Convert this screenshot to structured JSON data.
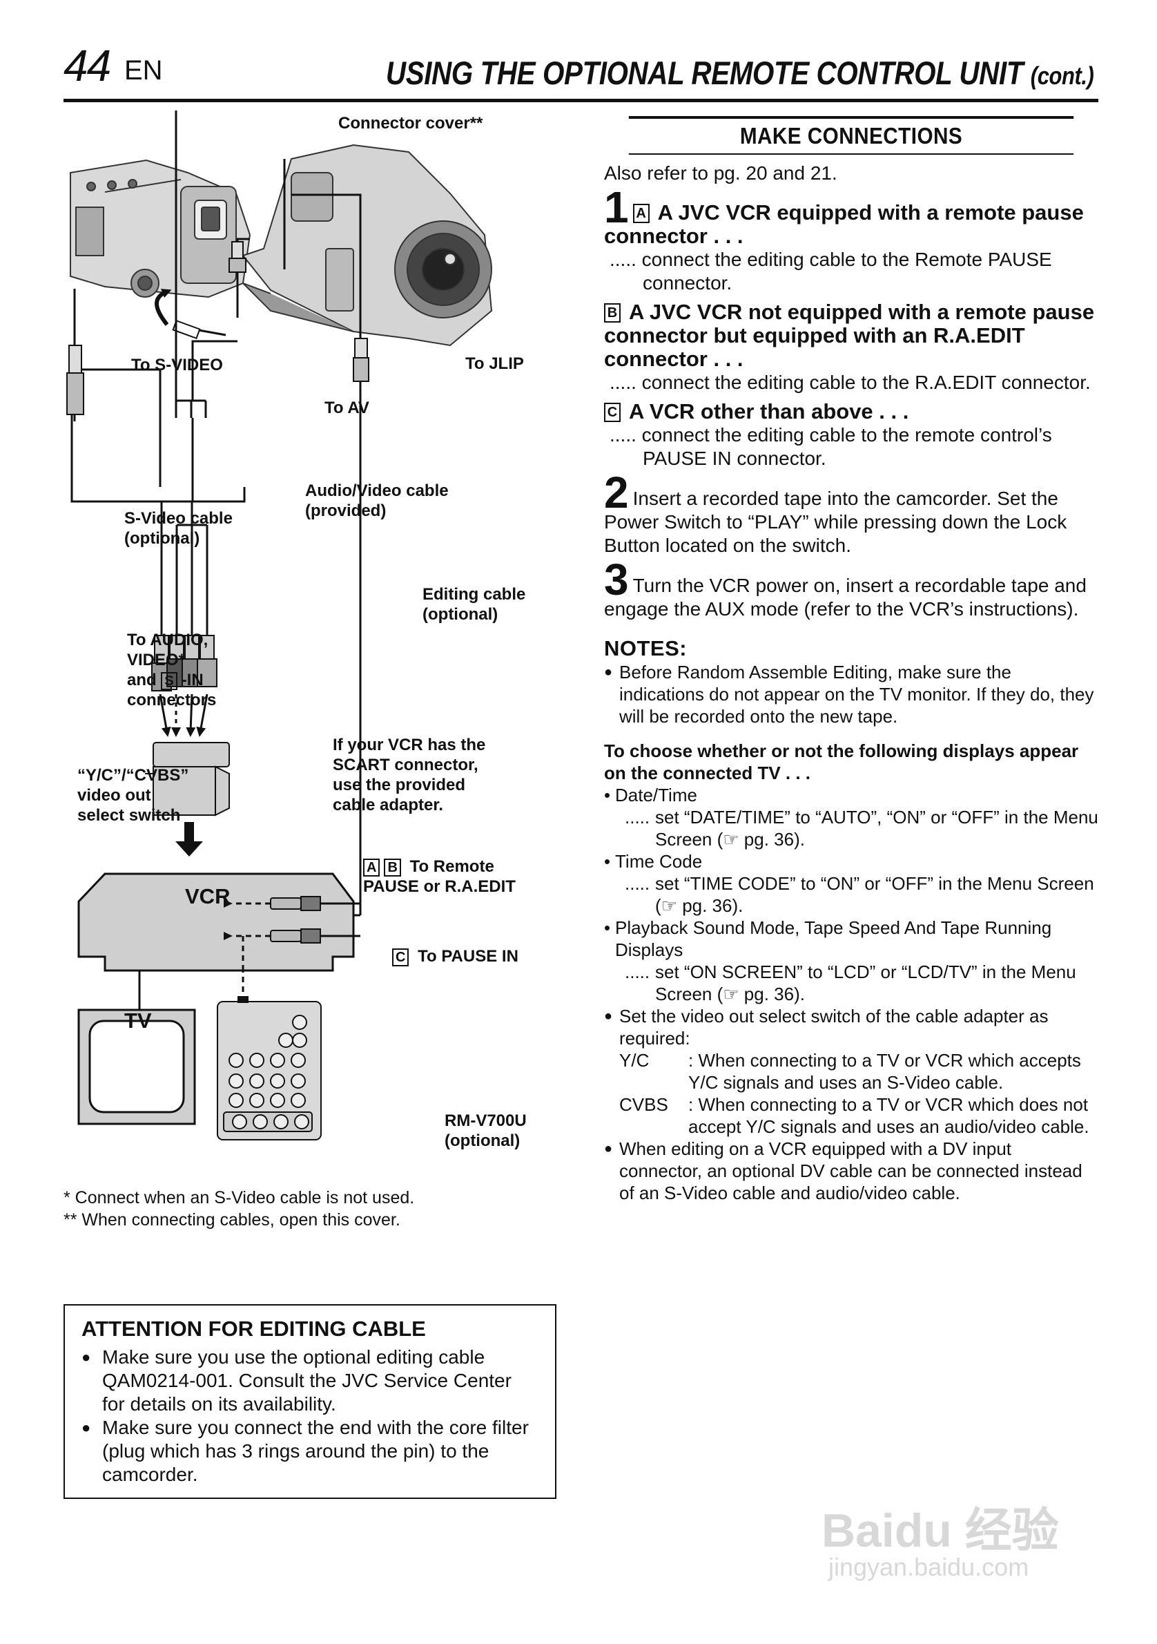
{
  "header": {
    "page_number": "44",
    "lang": "EN",
    "title": "USING THE OPTIONAL REMOTE CONTROL UNIT",
    "title_cont": "(cont.)"
  },
  "diagram": {
    "labels": {
      "connector_cover": "Connector cover**",
      "to_svideo": "To S-VIDEO",
      "to_jlip": "To JLIP",
      "to_av": "To AV",
      "av_cable_1": "Audio/Video cable",
      "av_cable_2": "(provided)",
      "svideo_cable_1": "S-Video cable",
      "svideo_cable_2": "(optional)",
      "editing_cable_1": "Editing cable",
      "editing_cable_2": "(optional)",
      "to_audio_1": "To AUDIO,",
      "to_audio_2": "VIDEO*",
      "to_audio_3a": "and",
      "to_audio_3b": "S",
      "to_audio_3c": "-IN",
      "to_audio_4": "connectors",
      "scart_1": "If your VCR has the",
      "scart_2": "SCART connector,",
      "scart_3": "use the provided",
      "scart_4": "cable adapter.",
      "yc_1": "“Y/C”/“CVBS”",
      "yc_2": "video out",
      "yc_3": "select switch",
      "remote_pause_a": "A",
      "remote_pause_b": "B",
      "remote_pause_1": "To Remote",
      "remote_pause_2": "PAUSE or R.A.EDIT",
      "pause_in_c": "C",
      "pause_in": "To PAUSE IN",
      "vcr": "VCR",
      "tv": "TV",
      "remote_1": "RM-V700U",
      "remote_2": "(optional)"
    }
  },
  "footnotes": {
    "f1": "*   Connect when an S-Video cable is not used.",
    "f2": "** When connecting cables, open this cover."
  },
  "attention": {
    "title": "ATTENTION FOR EDITING CABLE",
    "items": [
      "Make sure you use the optional editing cable QAM0214-001. Consult the JVC Service Center for details on its availability.",
      "Make sure you connect the end with the core filter (plug which has 3 rings around the pin) to the camcorder."
    ]
  },
  "make_connections": {
    "title": "MAKE CONNECTIONS",
    "intro": "Also refer to pg. 20 and 21.",
    "step1_num": "1",
    "a_box": "A",
    "a_head": "A JVC VCR equipped with a remote pause connector . . .",
    "a_text": "..... connect the editing cable to the Remote PAUSE connector.",
    "b_box": "B",
    "b_head": "A JVC VCR not equipped with a remote pause connector but equipped with an R.A.EDIT connector . . .",
    "b_text": "..... connect the editing cable to the R.A.EDIT connector.",
    "c_box": "C",
    "c_head": "A VCR other than above . . .",
    "c_text": "..... connect the editing cable to the remote control’s PAUSE IN connector.",
    "step2_num": "2",
    "step2": "Insert a recorded tape into the camcorder. Set the Power Switch to “PLAY” while pressing down the Lock Button located on the switch.",
    "step3_num": "3",
    "step3": "Turn the VCR power on, insert a recordable tape and engage the AUX mode (refer to the VCR’s instructions)."
  },
  "notes": {
    "title": "NOTES:",
    "n1": "Before Random Assemble Editing, make sure the indications do not appear on the TV monitor. If they do, they will be recorded onto the new tape.",
    "choose_head": "To choose whether or not the following displays appear on the connected TV . . .",
    "d1": "Date/Time",
    "d1_text": "set “DATE/TIME” to “AUTO”, “ON” or “OFF” in the Menu Screen (☞ pg. 36).",
    "d2": "Time Code",
    "d2_text": "set “TIME CODE” to “ON” or “OFF” in the Menu Screen (☞ pg. 36).",
    "d3": "Playback Sound Mode, Tape Speed And Tape Running Displays",
    "d3_text": "set “ON SCREEN” to “LCD” or “LCD/TV” in the Menu Screen (☞ pg. 36).",
    "leader": ".....",
    "n2": "Set the video out select switch of the cable adapter as required:",
    "yc_term": "Y/C",
    "yc_def": ": When connecting to a TV or VCR which accepts Y/C signals and uses an S-Video cable.",
    "cvbs_term": "CVBS",
    "cvbs_def": ": When connecting to a TV or VCR which does not accept Y/C signals and uses an audio/video cable.",
    "n3": "When editing on a VCR equipped with a DV input connector, an optional DV cable can be connected instead of an S-Video cable and audio/video cable."
  },
  "watermark": {
    "main": "Baidu 经验",
    "url": "jingyan.baidu.com"
  }
}
